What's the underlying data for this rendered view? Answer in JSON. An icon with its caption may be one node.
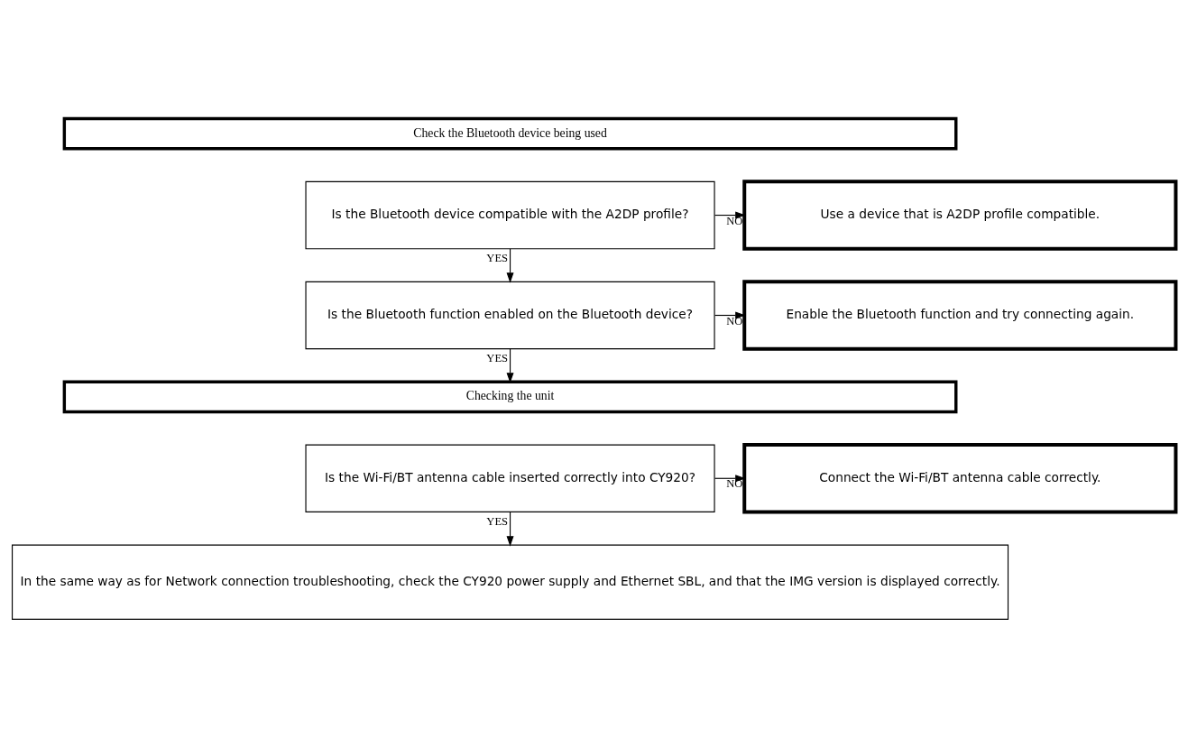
{
  "diagram": {
    "nodes": [
      {
        "text": [
          "Check the Bluetooth device being used"
        ]
      },
      {
        "text": [
          "Is the Bluetooth device compatible with the A2DP profile?"
        ]
      },
      {
        "text": [
          "Use a device that is A2DP profile compatible."
        ]
      },
      {
        "text": [
          "Is the Bluetooth function enabled on the Bluetooth device?"
        ]
      },
      {
        "text": [
          "Enable the Bluetooth function and try connecting again."
        ]
      },
      {
        "text": [
          "Checking the unit"
        ]
      },
      {
        "text": [
          "Is the Wi-Fi/BT antenna cable inserted correctly into CY920?"
        ]
      },
      {
        "text": [
          "Connect the Wi-Fi/BT antenna cable correctly."
        ]
      },
      {
        "text": [
          "In the same way as for Network connection troubleshooting, check the CY920 power supply and Ethernet SBL, and that the IMG version is displayed correctly."
        ]
      }
    ],
    "edges": [
      {
        "from": 1,
        "to": 2,
        "arrow": "to",
        "label": "NO"
      },
      {
        "from": 1,
        "to": 3,
        "arrow": "to",
        "label": "YES"
      },
      {
        "from": 3,
        "to": 4,
        "arrow": "to",
        "label": "NO"
      },
      {
        "from": 3,
        "to": 5,
        "arrow": "to",
        "label": "YES"
      },
      {
        "from": 6,
        "to": 7,
        "arrow": "to",
        "label": "NO"
      },
      {
        "from": 6,
        "to": 8,
        "arrow": "to",
        "label": "YES"
      }
    ]
  }
}
